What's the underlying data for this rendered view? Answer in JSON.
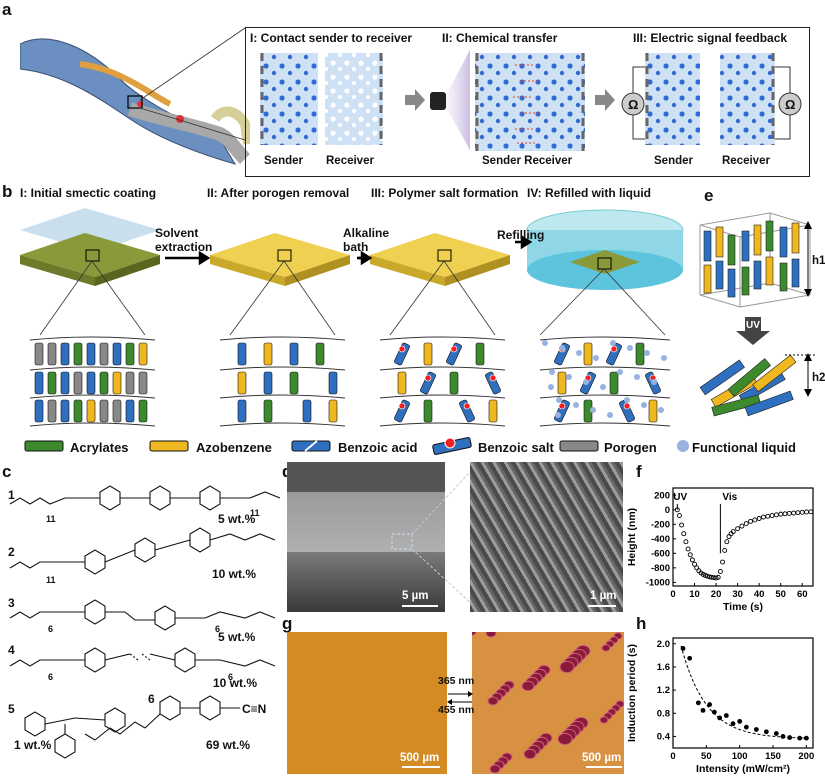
{
  "panels": {
    "a": "a",
    "b": "b",
    "c": "c",
    "d": "d",
    "e": "e",
    "f": "f",
    "g": "g",
    "h": "h"
  },
  "panel_a": {
    "step1": "I: Contact sender to receiver",
    "step2": "II: Chemical transfer",
    "step3": "III: Electric signal feedback",
    "sender": "Sender",
    "receiver": "Receiver",
    "sender_receiver": "Sender Receiver",
    "ohm": "Ω"
  },
  "panel_b": {
    "step1": "I: Initial smectic coating",
    "step2": "II: After porogen removal",
    "step3": "III: Polymer salt formation",
    "step4": "IV: Refilled with liquid",
    "arrow1": "Solvent extraction",
    "arrow2": "Alkaline bath",
    "arrow3": "Refilling",
    "legend": [
      "Acrylates",
      "Azobenzene",
      "Benzoic acid",
      "Benzoic salt",
      "Porogen",
      "Functional liquid"
    ]
  },
  "panel_e": {
    "h1": "h1",
    "h2": "h2",
    "uv": "UV"
  },
  "panel_c": {
    "compounds": [
      {
        "num": "1",
        "pct": "5 wt.%",
        "sub": "11"
      },
      {
        "num": "2",
        "pct": "10 wt.%",
        "sub": "11"
      },
      {
        "num": "3",
        "pct": "5 wt.%",
        "sub": "6"
      },
      {
        "num": "4",
        "pct": "10 wt.%",
        "sub": "6"
      },
      {
        "num": "5",
        "pct": "1 wt.%",
        "sub": ""
      },
      {
        "num": "6",
        "pct": "69 wt.%",
        "sub": ""
      }
    ],
    "cn": "C≡N"
  },
  "panel_d": {
    "scale1": "5 µm",
    "scale2": "1 µm"
  },
  "panel_g": {
    "scale1": "500 µm",
    "scale2": "500 µm",
    "wl1": "365 nm",
    "wl2": "455 nm"
  },
  "chart_data": [
    {
      "panel": "f",
      "type": "scatter",
      "xlabel": "Time (s)",
      "ylabel": "Height (nm)",
      "xlim": [
        0,
        65
      ],
      "ylim": [
        -1050,
        300
      ],
      "xticks": [
        0,
        10,
        20,
        30,
        40,
        50,
        60
      ],
      "yticks": [
        200,
        0,
        -200,
        -400,
        -600,
        -800,
        -1000
      ],
      "annotations": [
        {
          "text": "UV",
          "x": 2
        },
        {
          "text": "Vis",
          "x": 22
        }
      ],
      "x": [
        2,
        3,
        4,
        5,
        6,
        7,
        8,
        9,
        10,
        11,
        12,
        13,
        14,
        15,
        16,
        17,
        18,
        19,
        20,
        21,
        22,
        23,
        24,
        25,
        26,
        27,
        28,
        30,
        32,
        34,
        36,
        38,
        40,
        42,
        44,
        46,
        48,
        50,
        52,
        54,
        56,
        58,
        60,
        62,
        64
      ],
      "y": [
        0,
        -80,
        -210,
        -330,
        -440,
        -540,
        -620,
        -690,
        -750,
        -800,
        -840,
        -870,
        -890,
        -905,
        -915,
        -925,
        -930,
        -935,
        -940,
        -930,
        -850,
        -720,
        -560,
        -440,
        -370,
        -330,
        -300,
        -260,
        -225,
        -190,
        -160,
        -140,
        -120,
        -100,
        -90,
        -80,
        -70,
        -60,
        -55,
        -50,
        -45,
        -40,
        -35,
        -30,
        -28
      ]
    },
    {
      "panel": "h",
      "type": "scatter",
      "xlabel": "Intensity (mW/cm²)",
      "ylabel": "Induction period (s)",
      "xlim": [
        0,
        210
      ],
      "ylim": [
        0.2,
        2.1
      ],
      "xticks": [
        0,
        50,
        100,
        150,
        200
      ],
      "yticks": [
        0.4,
        0.8,
        1.2,
        1.6,
        2.0
      ],
      "x": [
        15,
        25,
        38,
        45,
        55,
        62,
        70,
        80,
        90,
        100,
        110,
        125,
        140,
        155,
        165,
        175,
        190,
        200
      ],
      "y": [
        1.92,
        1.75,
        0.98,
        0.85,
        0.95,
        0.82,
        0.72,
        0.76,
        0.62,
        0.66,
        0.56,
        0.52,
        0.48,
        0.45,
        0.4,
        0.38,
        0.37,
        0.37
      ]
    }
  ]
}
